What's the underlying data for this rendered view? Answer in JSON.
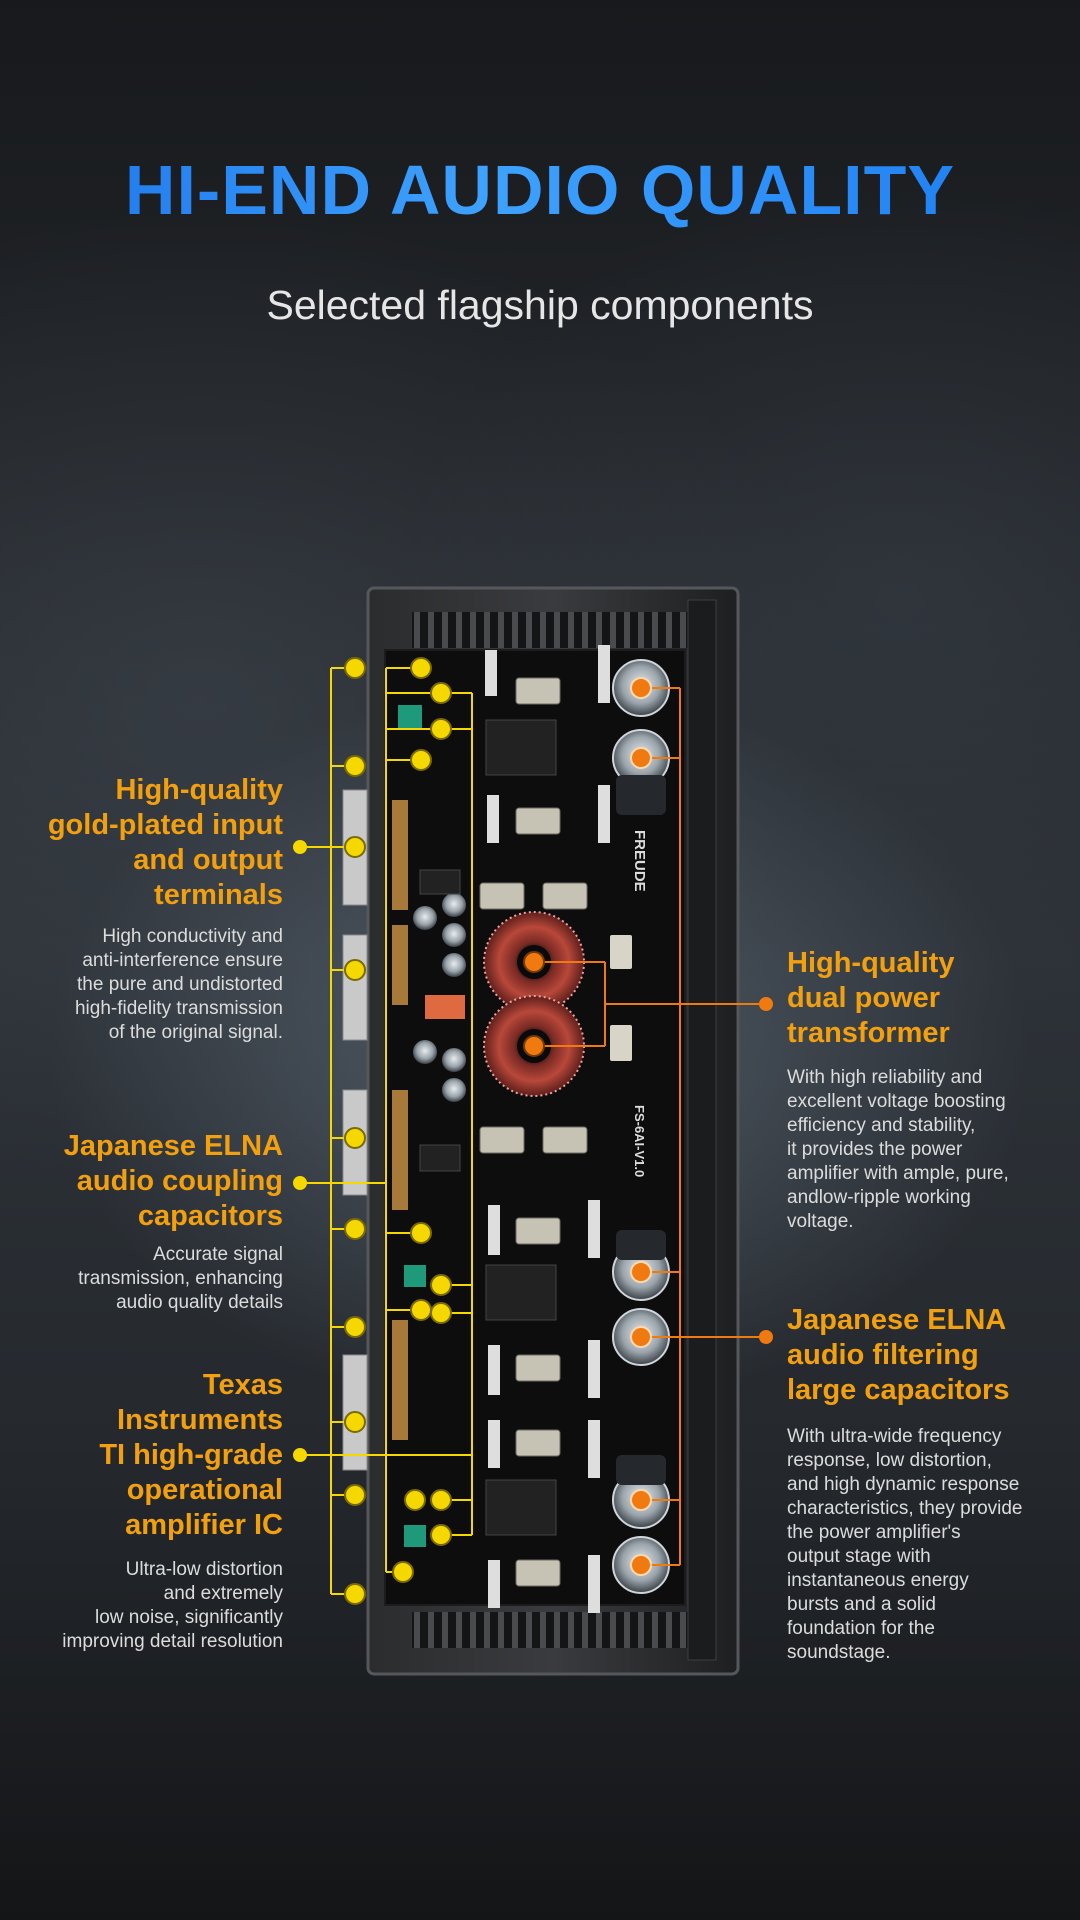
{
  "header": {
    "title": "HI-END AUDIO QUALITY",
    "subtitle": "Selected flagship components"
  },
  "board": {
    "brand": "FREUDE",
    "model": "FS-6AI-V1.0"
  },
  "features": {
    "terminals": {
      "title_lines": [
        "High-quality",
        "gold-plated input",
        "and output",
        "terminals"
      ],
      "body_lines": [
        "High conductivity and",
        "anti-interference ensure",
        "the pure and undistorted",
        "high-fidelity transmission",
        "of the original signal."
      ]
    },
    "coupling": {
      "title_lines": [
        "Japanese ELNA",
        "audio coupling",
        "capacitors"
      ],
      "body_lines": [
        "Accurate signal",
        "transmission, enhancing",
        "audio quality details"
      ]
    },
    "opamp": {
      "title_lines": [
        "Texas",
        "Instruments",
        "TI high-grade",
        "operational",
        "amplifier IC"
      ],
      "body_lines": [
        "Ultra-low distortion",
        "and extremely",
        "low noise, significantly",
        "improving detail resolution"
      ]
    },
    "transformer": {
      "title_lines": [
        "High-quality",
        "dual power",
        "transformer"
      ],
      "body_lines": [
        "With high reliability and",
        "excellent voltage boosting",
        "efficiency and stability,",
        "it provides the power",
        "amplifier with ample, pure,",
        "andlow-ripple working",
        "voltage."
      ]
    },
    "filtering": {
      "title_lines": [
        "Japanese ELNA",
        "audio filtering",
        "large capacitors"
      ],
      "body_lines": [
        "With ultra-wide frequency",
        "response, low distortion,",
        "and high dynamic response",
        "characteristics, they provide",
        "the power amplifier's",
        "output stage with",
        "instantaneous energy",
        "bursts and a solid",
        "foundation for the",
        "soundstage."
      ]
    }
  },
  "colors": {
    "title_blue": "#2a8cf5",
    "accent_orange": "#f3a00e",
    "marker_yellow": "#f5d800",
    "marker_orange": "#f07a10"
  }
}
